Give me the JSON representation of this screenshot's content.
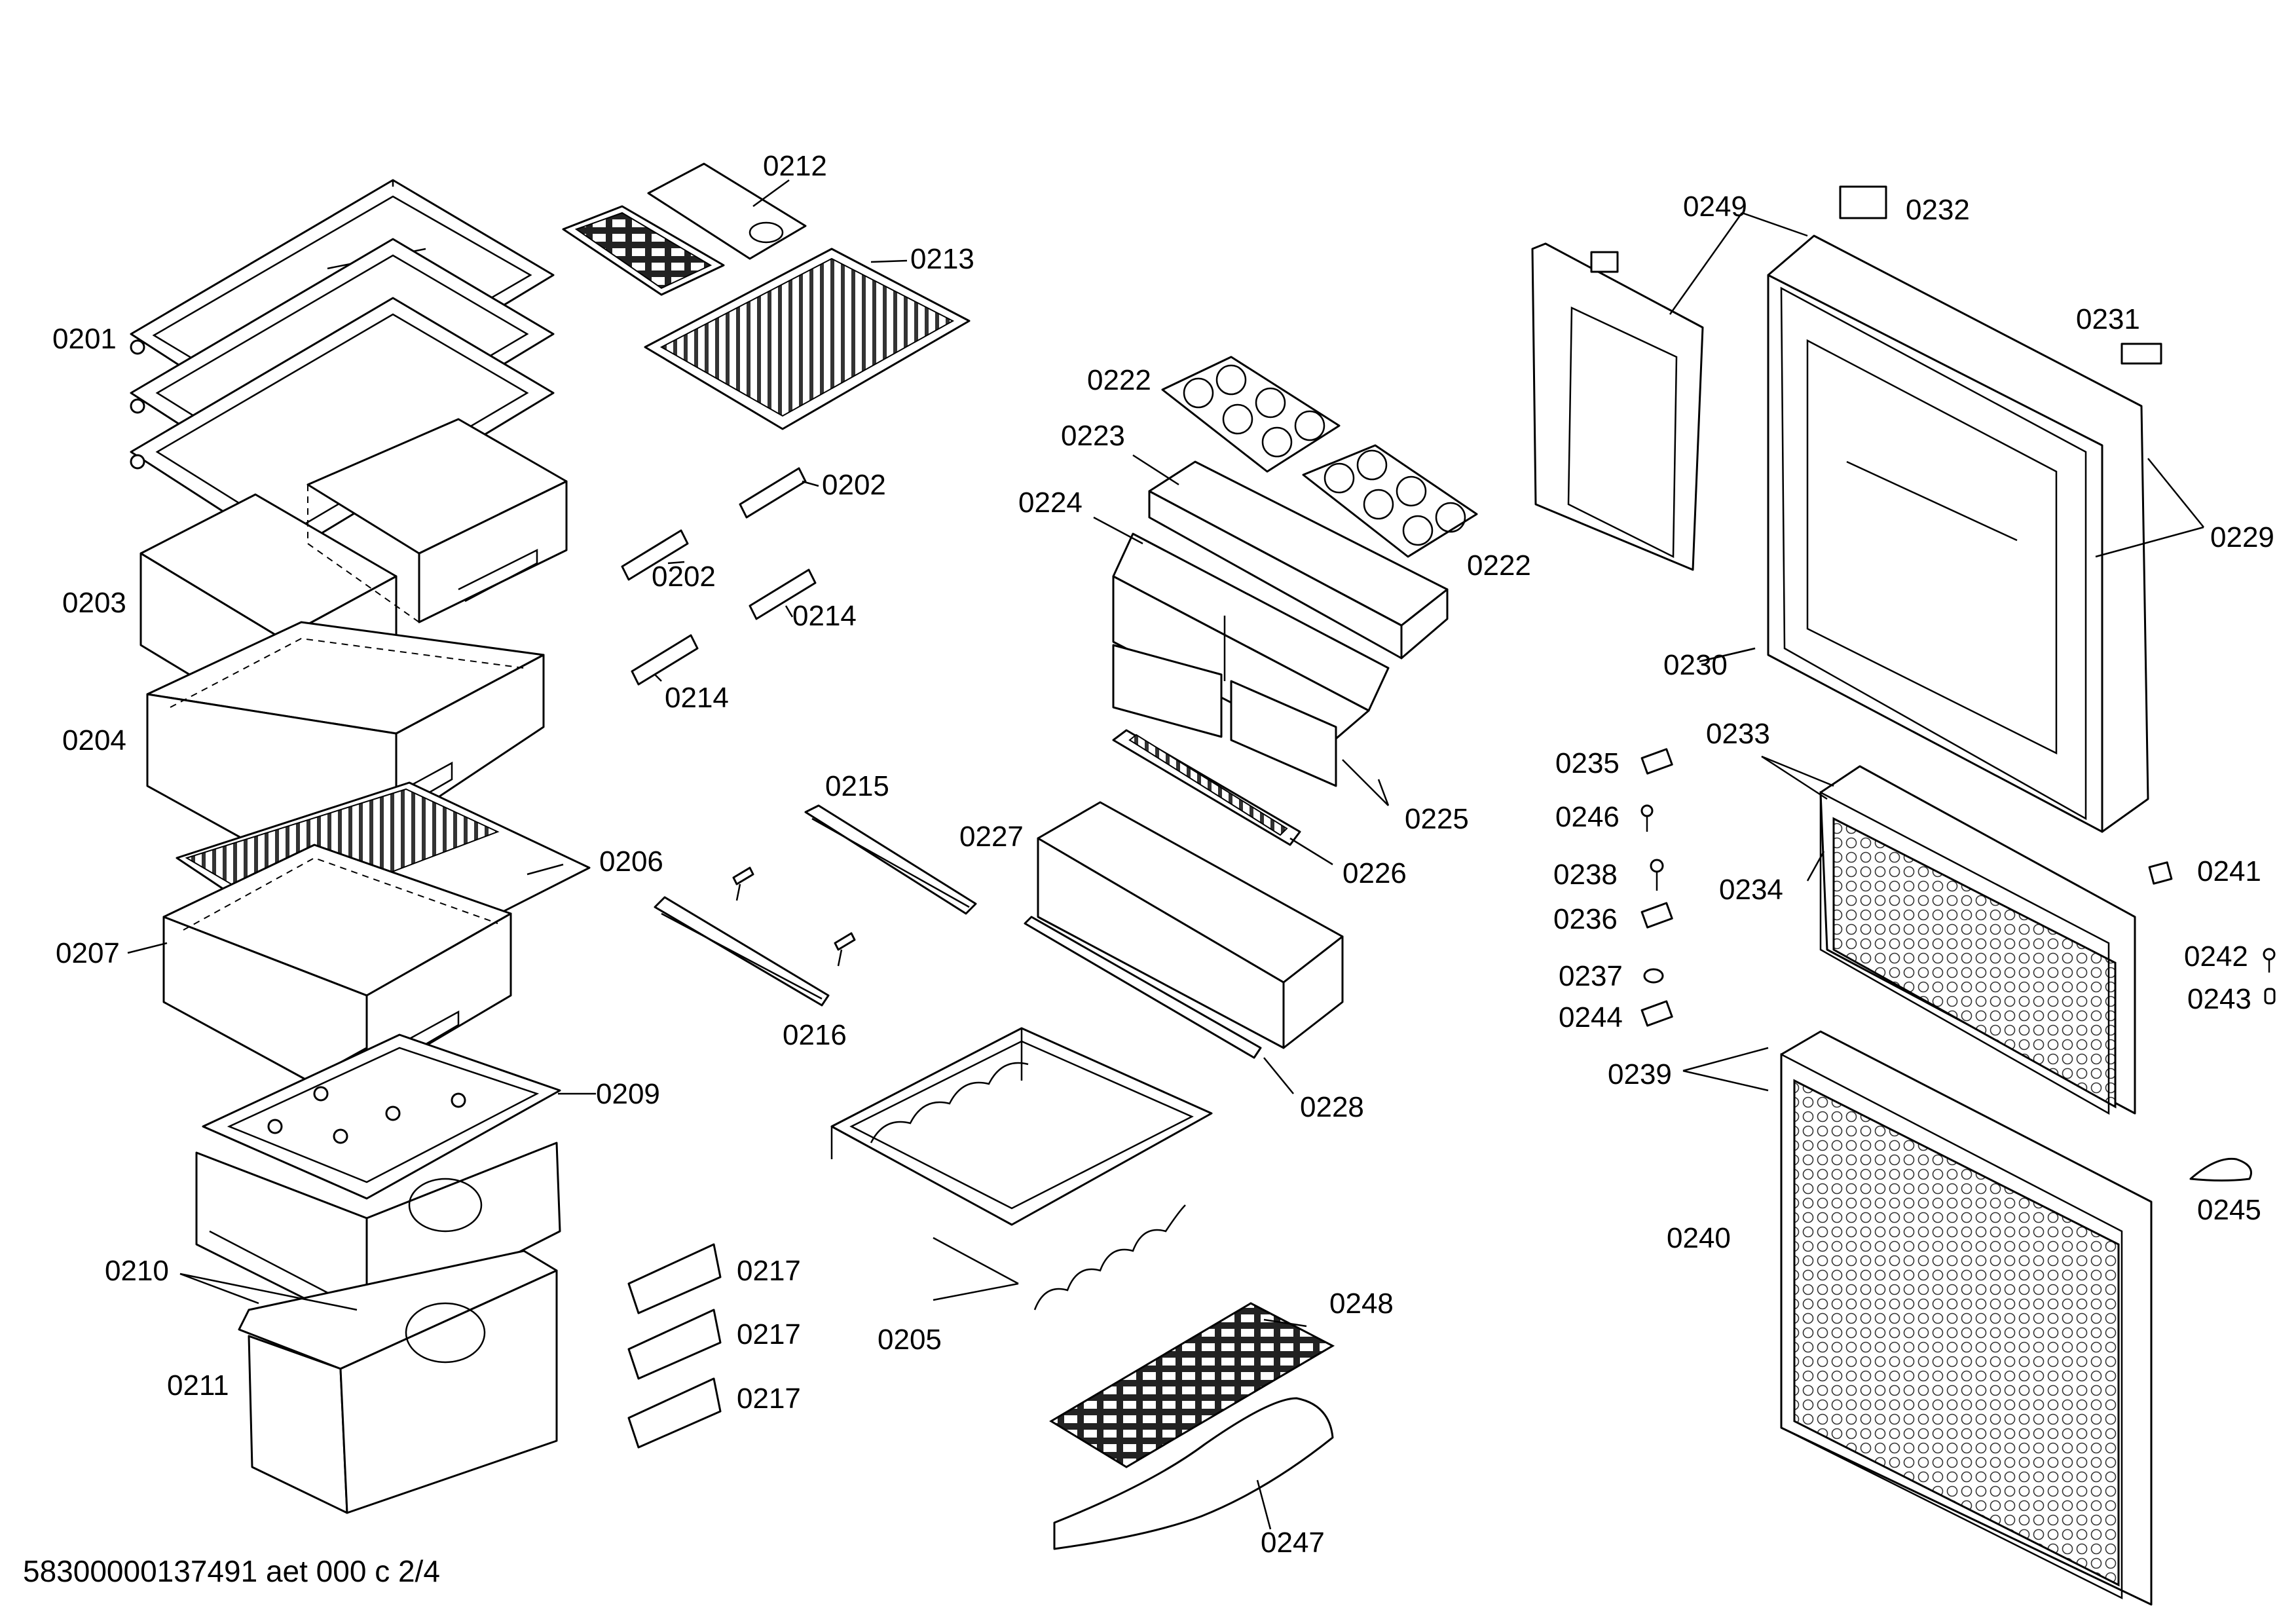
{
  "diagram": {
    "footer": "58300000137491 aet 000 c 2/4",
    "callouts": {
      "c0201": "0201",
      "c0202a": "0202",
      "c0202b": "0202",
      "c0203": "0203",
      "c0204": "0204",
      "c0205": "0205",
      "c0206": "0206",
      "c0207": "0207",
      "c0209": "0209",
      "c0210": "0210",
      "c0211": "0211",
      "c0212": "0212",
      "c0213": "0213",
      "c0214a": "0214",
      "c0214b": "0214",
      "c0215": "0215",
      "c0216": "0216",
      "c0217a": "0217",
      "c0217b": "0217",
      "c0217c": "0217",
      "c0222a": "0222",
      "c0222b": "0222",
      "c0223": "0223",
      "c0224": "0224",
      "c0225": "0225",
      "c0226": "0226",
      "c0227": "0227",
      "c0228": "0228",
      "c0229": "0229",
      "c0230": "0230",
      "c0231": "0231",
      "c0232": "0232",
      "c0233": "0233",
      "c0234": "0234",
      "c0235": "0235",
      "c0236": "0236",
      "c0237": "0237",
      "c0238": "0238",
      "c0239": "0239",
      "c0240": "0240",
      "c0241": "0241",
      "c0242": "0242",
      "c0243": "0243",
      "c0244": "0244",
      "c0245": "0245",
      "c0246": "0246",
      "c0247": "0247",
      "c0248": "0248",
      "c0249": "0249"
    }
  }
}
